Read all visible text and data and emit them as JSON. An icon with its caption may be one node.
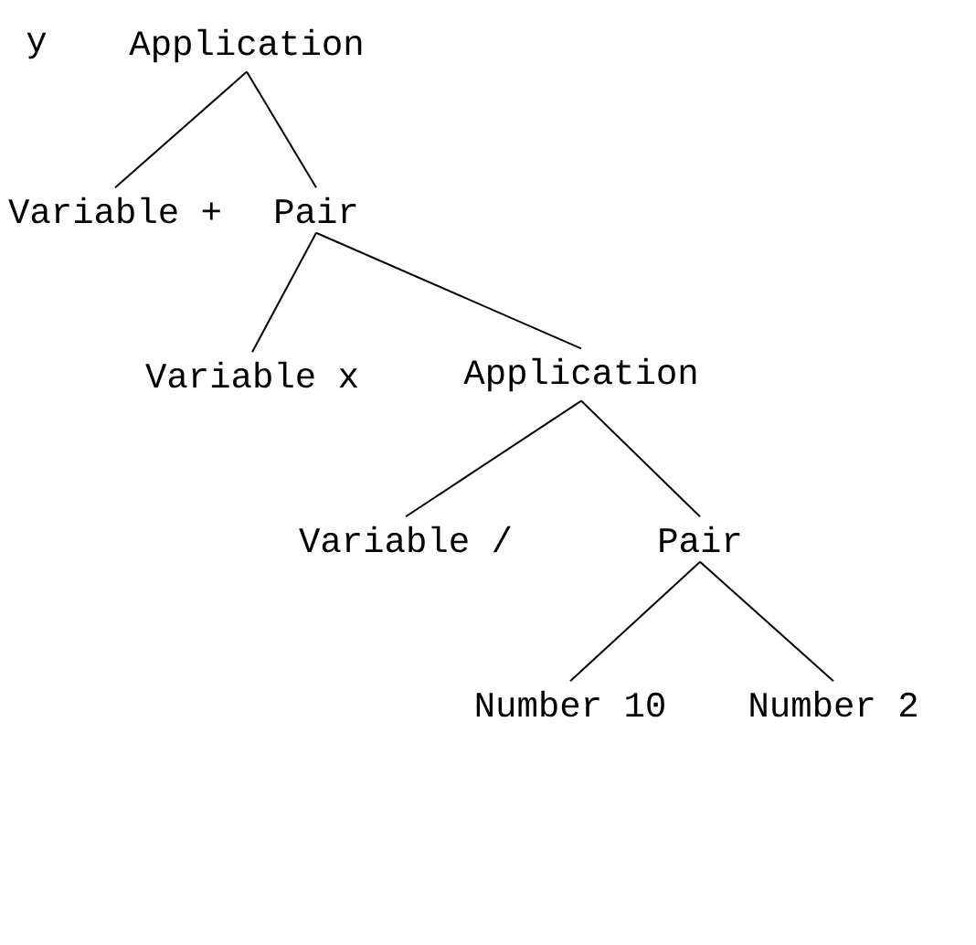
{
  "diagram": {
    "nodes": [
      {
        "text": [
          "Application"
        ]
      },
      {
        "text": [
          "Variable +"
        ]
      },
      {
        "text": [
          "Pair"
        ]
      },
      {
        "text": [
          "Variable x"
        ]
      },
      {
        "text": [
          "Application"
        ]
      },
      {
        "text": [
          "Variable /"
        ]
      },
      {
        "text": [
          "Pair"
        ]
      },
      {
        "text": [
          "Number 10"
        ]
      },
      {
        "text": [
          "Number 2"
        ]
      }
    ],
    "edges": [
      {
        "from": 0,
        "to": 1,
        "arrow": "none"
      },
      {
        "from": 0,
        "to": 2,
        "arrow": "none"
      },
      {
        "from": 2,
        "to": 3,
        "arrow": "none"
      },
      {
        "from": 2,
        "to": 4,
        "arrow": "none"
      },
      {
        "from": 4,
        "to": 5,
        "arrow": "none"
      },
      {
        "from": 4,
        "to": 6,
        "arrow": "none"
      },
      {
        "from": 6,
        "to": 7,
        "arrow": "none"
      },
      {
        "from": 6,
        "to": 8,
        "arrow": "none"
      }
    ],
    "labels": [
      "y"
    ]
  }
}
